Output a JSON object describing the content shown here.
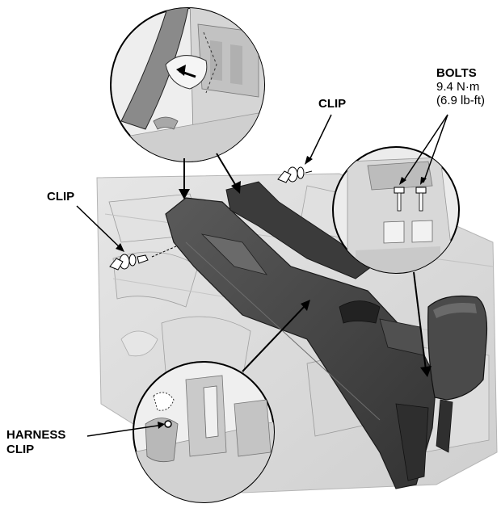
{
  "labels": {
    "clip_top": "CLIP",
    "clip_left": "CLIP",
    "bolts_title": "BOLTS",
    "bolts_torque_metric": "9.4 N·m",
    "bolts_torque_imperial": "(6.9 lb-ft)",
    "harness_clip_line1": "HARNESS",
    "harness_clip_line2": "CLIP"
  },
  "colors": {
    "background": "#ffffff",
    "floor_panel": "#d9d9d9",
    "console_body": "#454545",
    "console_shadow": "#2e2e2e",
    "detail_circle_fill": "#ececec",
    "outline": "#000000"
  }
}
